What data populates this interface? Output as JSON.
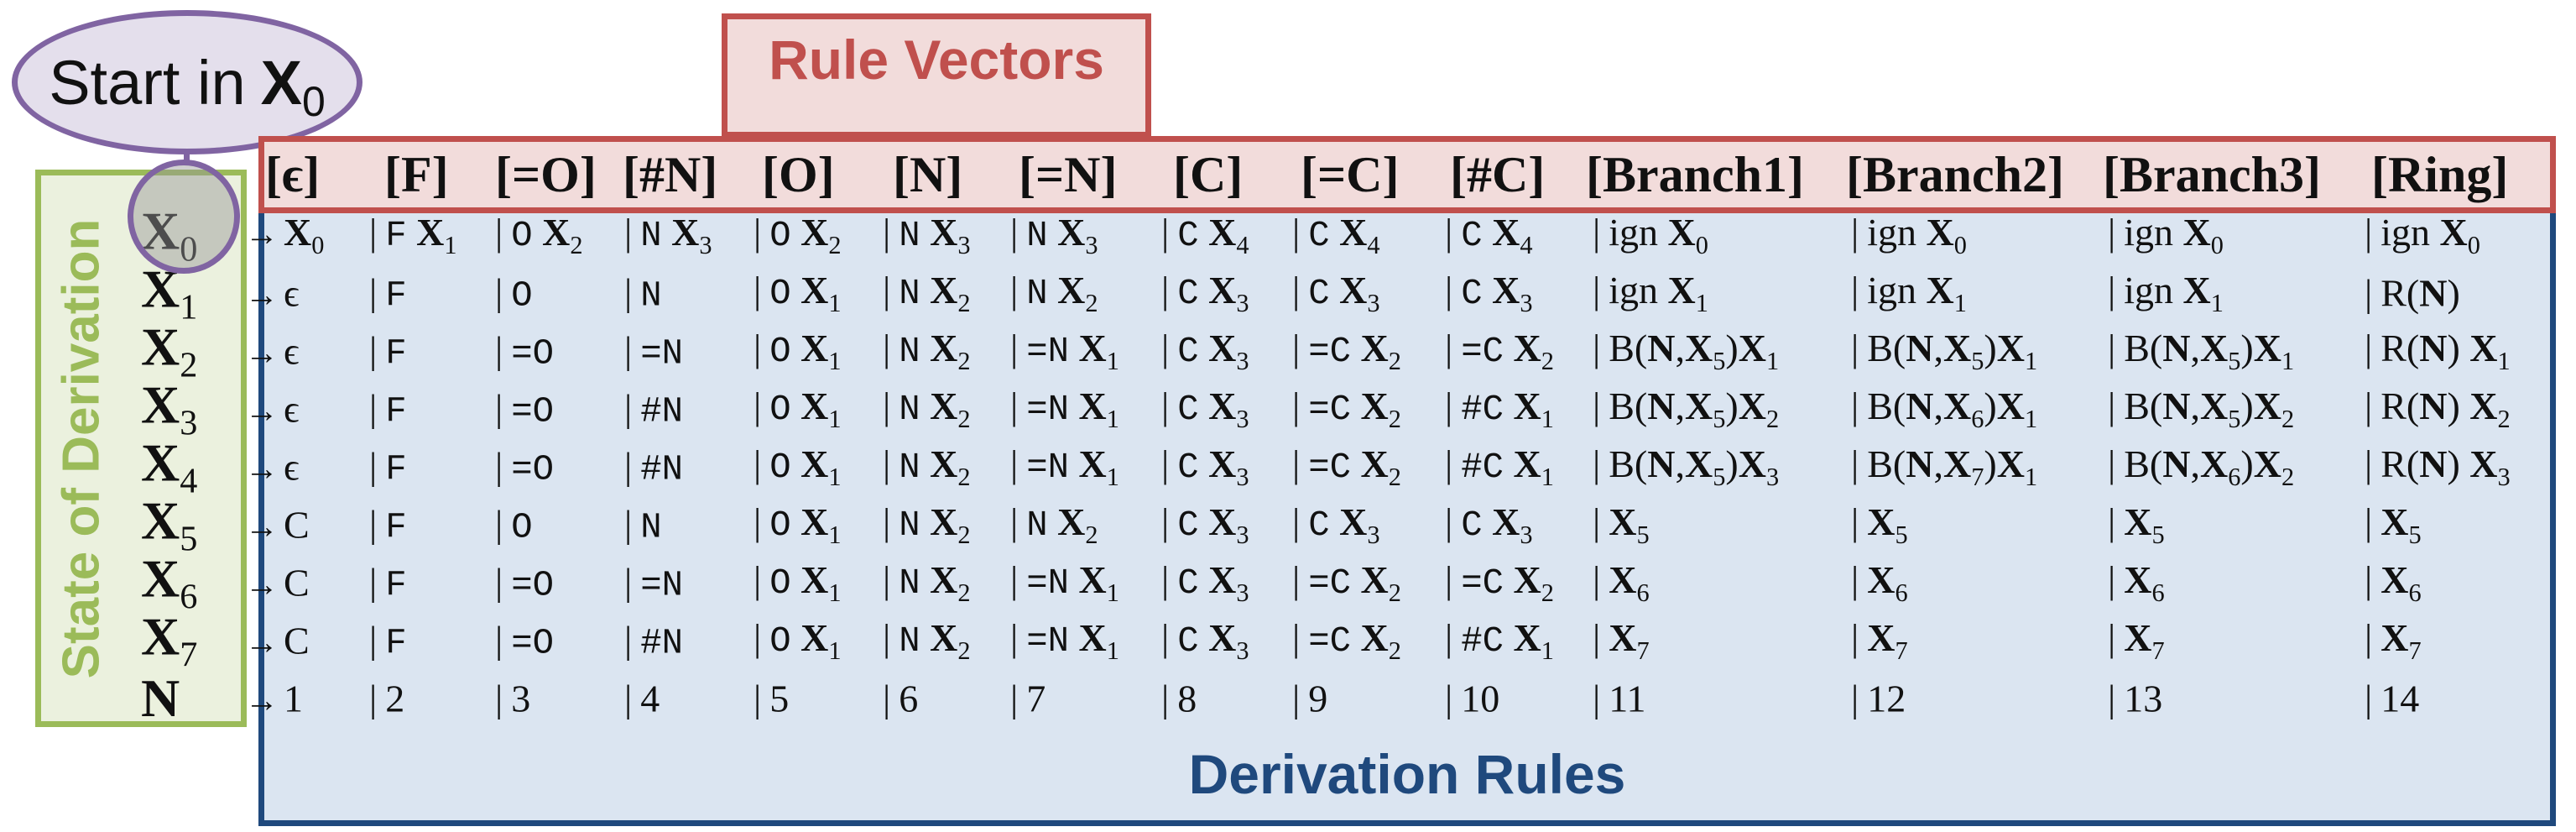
{
  "start": {
    "prefix": "Start in",
    "symbol": "X",
    "subscript": "0"
  },
  "titles": {
    "rule_vectors": "Rule Vectors",
    "state_of_derivation": "State of Derivation",
    "derivation_rules": "Derivation Rules"
  },
  "colors": {
    "start": "#8064a2",
    "rule_vectors": "#c0504d",
    "state_of_derivation": "#9bbb59",
    "derivation_rules": "#1f497d"
  },
  "columns": [
    "[ϵ]",
    "[F]",
    "[=O]",
    "[#N]",
    "[O]",
    "[N]",
    "[=N]",
    "[C]",
    "[=C]",
    "[#C]",
    "[Branch1]",
    "[Branch2]",
    "[Branch3]",
    "[Ring]"
  ],
  "states": [
    {
      "symbol": "X",
      "sub": "0"
    },
    {
      "symbol": "X",
      "sub": "1"
    },
    {
      "symbol": "X",
      "sub": "2"
    },
    {
      "symbol": "X",
      "sub": "3"
    },
    {
      "symbol": "X",
      "sub": "4"
    },
    {
      "symbol": "X",
      "sub": "5"
    },
    {
      "symbol": "X",
      "sub": "6"
    },
    {
      "symbol": "X",
      "sub": "7"
    },
    {
      "symbol": "N",
      "sub": ""
    }
  ],
  "arrow": "→",
  "separator": "|",
  "rules": [
    [
      "X0",
      "F X1",
      "O X2",
      "N X3",
      "O X2",
      "N X3",
      "N X3",
      "C X4",
      "C X4",
      "C X4",
      "ign X0",
      "ign X0",
      "ign X0",
      "ign X0"
    ],
    [
      "ϵ",
      "F",
      "O",
      "N",
      "O X1",
      "N X2",
      "N X2",
      "C X3",
      "C X3",
      "C X3",
      "ign X1",
      "ign X1",
      "ign X1",
      "R(N)"
    ],
    [
      "ϵ",
      "F",
      "=O",
      "=N",
      "O X1",
      "N X2",
      "=N X1",
      "C X3",
      "=C X2",
      "=C X2",
      "B(N,X5)X1",
      "B(N,X5)X1",
      "B(N,X5)X1",
      "R(N) X1"
    ],
    [
      "ϵ",
      "F",
      "=O",
      "#N",
      "O X1",
      "N X2",
      "=N X1",
      "C X3",
      "=C X2",
      "#C X1",
      "B(N,X5)X2",
      "B(N,X6)X1",
      "B(N,X5)X2",
      "R(N) X2"
    ],
    [
      "ϵ",
      "F",
      "=O",
      "#N",
      "O X1",
      "N X2",
      "=N X1",
      "C X3",
      "=C X2",
      "#C X1",
      "B(N,X5)X3",
      "B(N,X7)X1",
      "B(N,X6)X2",
      "R(N) X3"
    ],
    [
      "C",
      "F",
      "O",
      "N",
      "O X1",
      "N X2",
      "N X2",
      "C X3",
      "C X3",
      "C X3",
      "X5",
      "X5",
      "X5",
      "X5"
    ],
    [
      "C",
      "F",
      "=O",
      "=N",
      "O X1",
      "N X2",
      "=N X1",
      "C X3",
      "=C X2",
      "=C X2",
      "X6",
      "X6",
      "X6",
      "X6"
    ],
    [
      "C",
      "F",
      "=O",
      "#N",
      "O X1",
      "N X2",
      "=N X1",
      "C X3",
      "=C X2",
      "#C X1",
      "X7",
      "X7",
      "X7",
      "X7"
    ],
    [
      "1",
      "2",
      "3",
      "4",
      "5",
      "6",
      "7",
      "8",
      "9",
      "10",
      "11",
      "12",
      "13",
      "14"
    ]
  ]
}
